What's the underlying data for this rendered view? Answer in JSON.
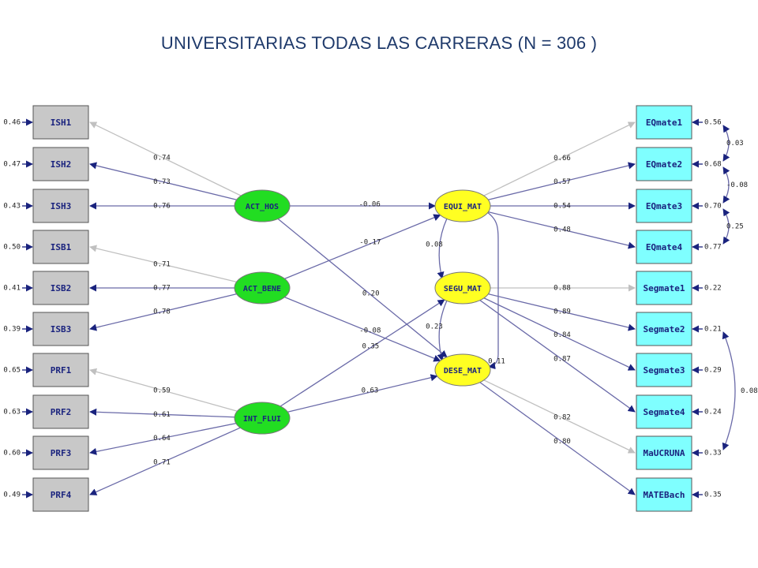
{
  "title": "UNIVERSITARIAS TODAS LAS CARRERAS (N = 306 )",
  "colors": {
    "observed_left": "#c8c8c8",
    "observed_right": "#7fffff",
    "latent_exogenous": "#22dd22",
    "latent_endogenous": "#ffff22",
    "path": "#6a6aa8",
    "path_fixed": "#c0c0c0",
    "arrowhead": "#1a237e",
    "title": "#1f3a6b"
  },
  "left_indicators": [
    {
      "id": "ISH1",
      "label": "ISH1",
      "error": "0.46"
    },
    {
      "id": "ISH2",
      "label": "ISH2",
      "error": "0.47"
    },
    {
      "id": "ISH3",
      "label": "ISH3",
      "error": "0.43"
    },
    {
      "id": "ISB1",
      "label": "ISB1",
      "error": "0.50"
    },
    {
      "id": "ISB2",
      "label": "ISB2",
      "error": "0.41"
    },
    {
      "id": "ISB3",
      "label": "ISB3",
      "error": "0.39"
    },
    {
      "id": "PRF1",
      "label": "PRF1",
      "error": "0.65"
    },
    {
      "id": "PRF2",
      "label": "PRF2",
      "error": "0.63"
    },
    {
      "id": "PRF3",
      "label": "PRF3",
      "error": "0.60"
    },
    {
      "id": "PRF4",
      "label": "PRF4",
      "error": "0.49"
    }
  ],
  "right_indicators": [
    {
      "id": "EQmate1",
      "label": "EQmate1",
      "error": "0.56"
    },
    {
      "id": "EQmate2",
      "label": "EQmate2",
      "error": "0.68"
    },
    {
      "id": "EQmate3",
      "label": "EQmate3",
      "error": "0.70"
    },
    {
      "id": "EQmate4",
      "label": "EQmate4",
      "error": "0.77"
    },
    {
      "id": "Segmate1",
      "label": "Segmate1",
      "error": "0.22"
    },
    {
      "id": "Segmate2",
      "label": "Segmate2",
      "error": "0.21"
    },
    {
      "id": "Segmate3",
      "label": "Segmate3",
      "error": "0.29"
    },
    {
      "id": "Segmate4",
      "label": "Segmate4",
      "error": "0.24"
    },
    {
      "id": "MaUCRUNA",
      "label": "MaUCRUNA",
      "error": "0.33"
    },
    {
      "id": "MATEBach",
      "label": "MATEBach",
      "error": "0.35"
    }
  ],
  "latent_exogenous": [
    {
      "id": "ACT_HOS",
      "label": "ACT_HOS"
    },
    {
      "id": "ACT_BENE",
      "label": "ACT_BENE"
    },
    {
      "id": "INT_FLUI",
      "label": "INT_FLUI"
    }
  ],
  "latent_endogenous": [
    {
      "id": "EQUI_MAT",
      "label": "EQUI_MAT"
    },
    {
      "id": "SEGU_MAT",
      "label": "SEGU_MAT"
    },
    {
      "id": "DESE_MAT",
      "label": "DESE_MAT"
    }
  ],
  "loadings_left": [
    {
      "from": "ACT_HOS",
      "to": "ISH1",
      "value": "0.74",
      "fixed": true
    },
    {
      "from": "ACT_HOS",
      "to": "ISH2",
      "value": "0.73",
      "fixed": false
    },
    {
      "from": "ACT_HOS",
      "to": "ISH3",
      "value": "0.76",
      "fixed": false
    },
    {
      "from": "ACT_BENE",
      "to": "ISB1",
      "value": "0.71",
      "fixed": true
    },
    {
      "from": "ACT_BENE",
      "to": "ISB2",
      "value": "0.77",
      "fixed": false
    },
    {
      "from": "ACT_BENE",
      "to": "ISB3",
      "value": "0.78",
      "fixed": false
    },
    {
      "from": "INT_FLUI",
      "to": "PRF1",
      "value": "0.59",
      "fixed": true
    },
    {
      "from": "INT_FLUI",
      "to": "PRF2",
      "value": "0.61",
      "fixed": false
    },
    {
      "from": "INT_FLUI",
      "to": "PRF3",
      "value": "0.64",
      "fixed": false
    },
    {
      "from": "INT_FLUI",
      "to": "PRF4",
      "value": "0.71",
      "fixed": false
    }
  ],
  "loadings_right": [
    {
      "from": "EQUI_MAT",
      "to": "EQmate1",
      "value": "0.66",
      "fixed": true
    },
    {
      "from": "EQUI_MAT",
      "to": "EQmate2",
      "value": "0.57",
      "fixed": false
    },
    {
      "from": "EQUI_MAT",
      "to": "EQmate3",
      "value": "0.54",
      "fixed": false
    },
    {
      "from": "EQUI_MAT",
      "to": "EQmate4",
      "value": "0.48",
      "fixed": false
    },
    {
      "from": "SEGU_MAT",
      "to": "Segmate1",
      "value": "0.88",
      "fixed": true
    },
    {
      "from": "SEGU_MAT",
      "to": "Segmate2",
      "value": "0.89",
      "fixed": false
    },
    {
      "from": "SEGU_MAT",
      "to": "Segmate3",
      "value": "0.84",
      "fixed": false
    },
    {
      "from": "SEGU_MAT",
      "to": "Segmate4",
      "value": "0.87",
      "fixed": false
    },
    {
      "from": "DESE_MAT",
      "to": "MaUCRUNA",
      "value": "0.82",
      "fixed": true
    },
    {
      "from": "DESE_MAT",
      "to": "MATEBach",
      "value": "0.80",
      "fixed": false
    }
  ],
  "structural_paths": [
    {
      "from": "ACT_HOS",
      "to": "EQUI_MAT",
      "value": "-0.06"
    },
    {
      "from": "ACT_BENE",
      "to": "EQUI_MAT",
      "value": "-0.17"
    },
    {
      "from": "ACT_HOS",
      "to": "DESE_MAT",
      "value": "0.20"
    },
    {
      "from": "ACT_BENE",
      "to": "DESE_MAT",
      "value": "-0.08"
    },
    {
      "from": "INT_FLUI",
      "to": "SEGU_MAT",
      "value": "0.35"
    },
    {
      "from": "INT_FLUI",
      "to": "DESE_MAT",
      "value": "0.63"
    },
    {
      "from": "EQUI_MAT",
      "to": "SEGU_MAT",
      "value": "0.08"
    },
    {
      "from": "SEGU_MAT",
      "to": "DESE_MAT",
      "value": "0.23"
    },
    {
      "from": "EQUI_MAT",
      "to": "DESE_MAT",
      "value": "0.11"
    }
  ],
  "error_covariances": [
    {
      "from": "EQmate1",
      "to": "EQmate2",
      "value": "0.03"
    },
    {
      "from": "EQmate2",
      "to": "EQmate3",
      "value": "-0.08"
    },
    {
      "from": "EQmate3",
      "to": "EQmate4",
      "value": "0.25"
    },
    {
      "from": "Segmate2",
      "to": "MaUCRUNA",
      "value": "0.08"
    }
  ]
}
